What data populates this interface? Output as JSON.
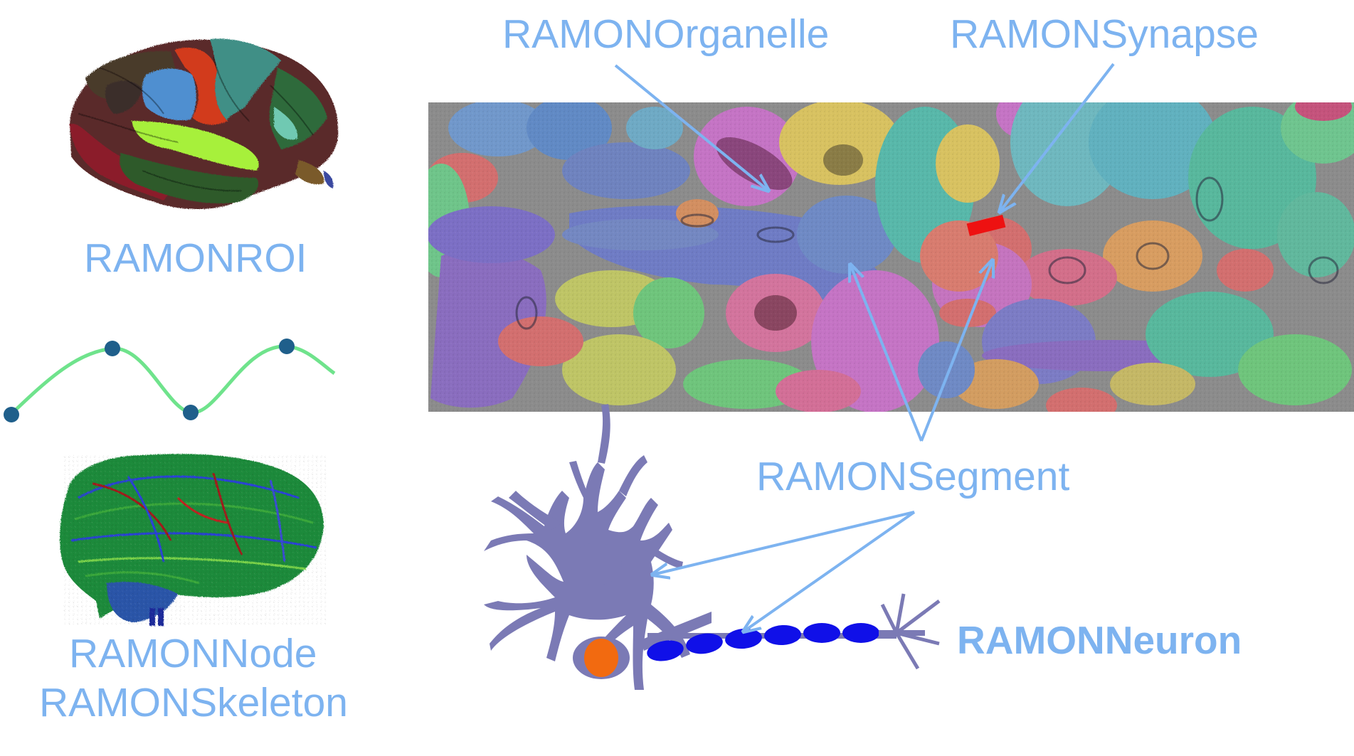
{
  "labels": {
    "roi": "RAMONROI",
    "node": "RAMONNode",
    "skeleton": "RAMONSkeleton",
    "organelle": "RAMONOrganelle",
    "synapse": "RAMONSynapse",
    "segment": "RAMONSegment",
    "neuron": "RAMONNeuron"
  },
  "colors": {
    "label_text": "#7db3f0",
    "arrow": "#7db3f0",
    "curve": "#6fe38c",
    "node_point": "#1f5f8b",
    "neuron_body": "#7b7ab5",
    "nucleus": "#f26a10",
    "myelin": "#1010e8",
    "synapse_marker": "#ee1111"
  },
  "icons": [
    "brain-surface-icon",
    "tractography-brain-icon",
    "neuron-icon",
    "em-segmentation-image"
  ]
}
